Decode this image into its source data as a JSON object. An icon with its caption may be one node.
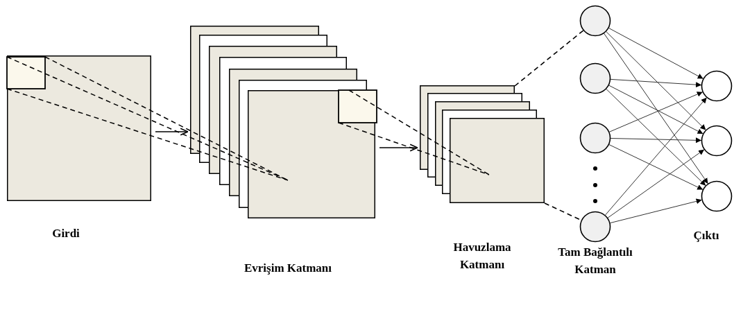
{
  "diagram": {
    "nodes": [
      {
        "text": [],
        "shape": "box",
        "beside": [
          "Girdi"
        ]
      },
      {
        "text": [],
        "shape": "box",
        "beside": [
          "Evrişim Katmanı"
        ]
      },
      {
        "text": [],
        "shape": "box",
        "beside": [
          "Havuzlama Katmanı"
        ]
      },
      {
        "text": [],
        "shape": "circle"
      },
      {
        "text": [],
        "shape": "circle"
      },
      {
        "text": [],
        "shape": "circle"
      },
      {
        "text": [],
        "shape": "circle"
      },
      {
        "text": [],
        "shape": "circle"
      },
      {
        "text": [],
        "shape": "circle"
      },
      {
        "text": [],
        "shape": "circle"
      }
    ],
    "edges": [
      {
        "from": 0,
        "to": 1,
        "arrow": "to"
      },
      {
        "from": 1,
        "to": 2,
        "arrow": "to"
      },
      {
        "from": 2,
        "to": 3,
        "arrow": "none",
        "style": "dashed"
      },
      {
        "from": 2,
        "to": 6,
        "arrow": "none",
        "style": "dashed"
      },
      {
        "from": 3,
        "to": 7,
        "arrow": "to"
      },
      {
        "from": 3,
        "to": 8,
        "arrow": "to"
      },
      {
        "from": 3,
        "to": 9,
        "arrow": "to"
      },
      {
        "from": 4,
        "to": 7,
        "arrow": "to"
      },
      {
        "from": 4,
        "to": 8,
        "arrow": "to"
      },
      {
        "from": 4,
        "to": 9,
        "arrow": "to"
      },
      {
        "from": 5,
        "to": 7,
        "arrow": "to"
      },
      {
        "from": 5,
        "to": 8,
        "arrow": "to"
      },
      {
        "from": 5,
        "to": 9,
        "arrow": "to"
      },
      {
        "from": 6,
        "to": 7,
        "arrow": "to"
      },
      {
        "from": 6,
        "to": 8,
        "arrow": "to"
      },
      {
        "from": 6,
        "to": 9,
        "arrow": "to"
      }
    ],
    "labels": [
      "Tam Bağlantılı Katman",
      "Çıktı"
    ]
  }
}
